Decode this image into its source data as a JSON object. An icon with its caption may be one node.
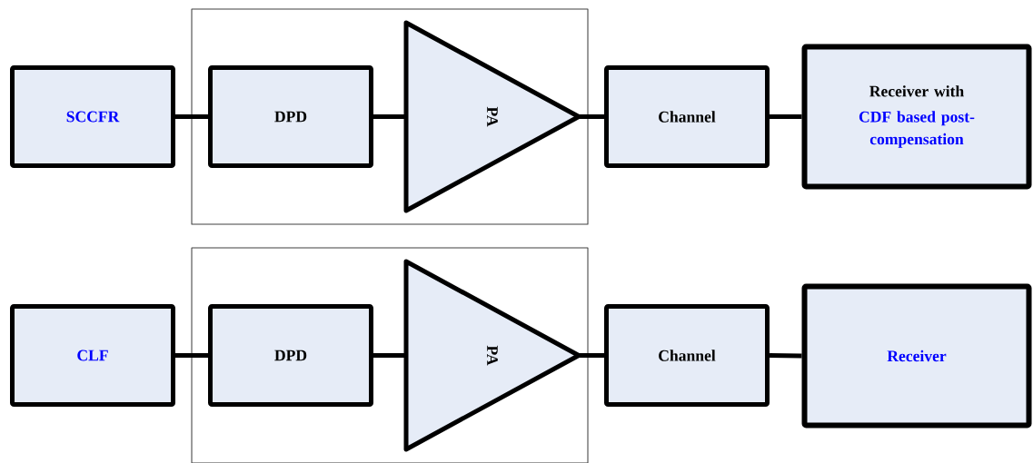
{
  "diagram": {
    "nodes": [
      {
        "text": [
          "SCCFR"
        ]
      },
      {
        "text": [],
        "shape": "box"
      },
      {
        "text": [
          "DPD"
        ],
        "in": 1
      },
      {
        "text": [
          "PA"
        ],
        "in": 1
      },
      {
        "text": [
          "Channel"
        ]
      },
      {
        "text": [
          "Receiver with",
          "CDF based post-compensation"
        ]
      },
      {
        "text": [
          "CLF"
        ]
      },
      {
        "text": [],
        "shape": "box"
      },
      {
        "text": [
          "DPD"
        ],
        "in": 7
      },
      {
        "text": [
          "PA"
        ],
        "in": 7
      },
      {
        "text": [
          "Channel"
        ]
      },
      {
        "text": [
          "Receiver"
        ]
      }
    ],
    "edges": [
      {
        "from": 0,
        "to": 2,
        "arrow": "none"
      },
      {
        "from": 2,
        "to": 3,
        "arrow": "none"
      },
      {
        "from": 3,
        "to": 4,
        "arrow": "none"
      },
      {
        "from": 4,
        "to": 5,
        "arrow": "none"
      },
      {
        "from": 6,
        "to": 8,
        "arrow": "none"
      },
      {
        "from": 8,
        "to": 9,
        "arrow": "none"
      },
      {
        "from": 9,
        "to": 10,
        "arrow": "none"
      },
      {
        "from": 10,
        "to": 11,
        "arrow": "none"
      }
    ]
  }
}
